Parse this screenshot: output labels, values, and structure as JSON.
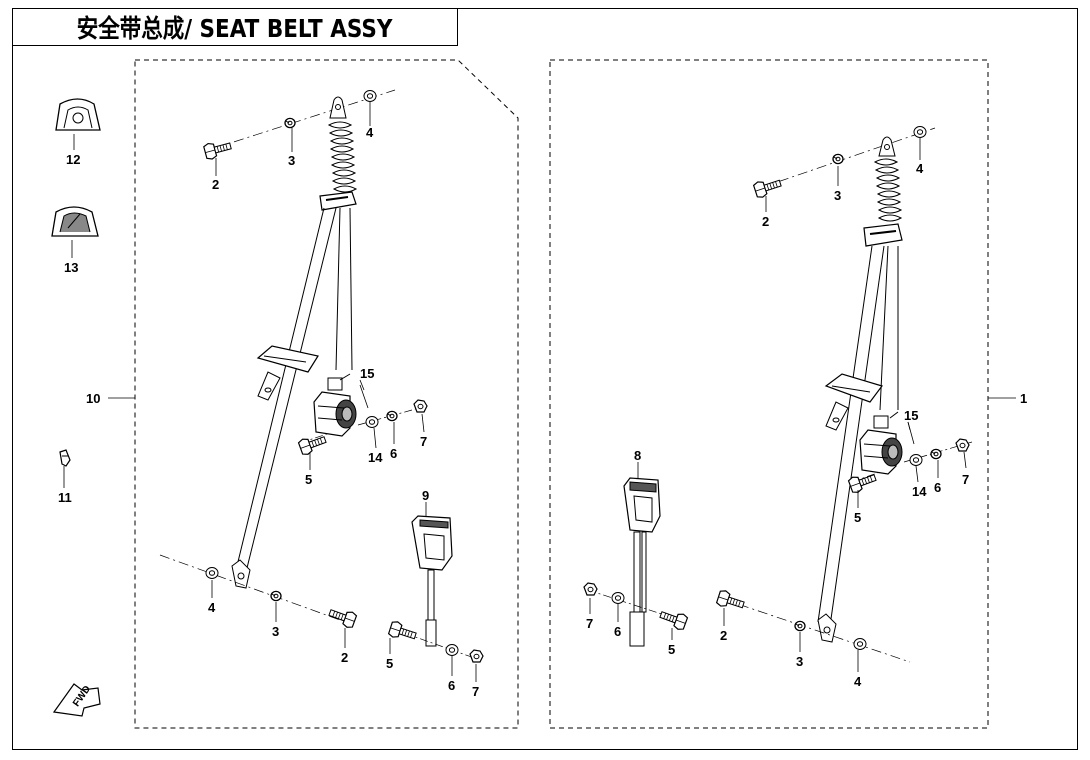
{
  "title": "安全带总成/ SEAT BELT ASSY",
  "callouts": {
    "c1": "1",
    "c2a": "2",
    "c2b": "2",
    "c2c": "2",
    "c2d": "2",
    "c3a": "3",
    "c3b": "3",
    "c3c": "3",
    "c3d": "3",
    "c4a": "4",
    "c4b": "4",
    "c4c": "4",
    "c4d": "4",
    "c5a": "5",
    "c5b": "5",
    "c5c": "5",
    "c5d": "5",
    "c6a": "6",
    "c6b": "6",
    "c6c": "6",
    "c6d": "6",
    "c7a": "7",
    "c7b": "7",
    "c7c": "7",
    "c7d": "7",
    "c8": "8",
    "c9": "9",
    "c10": "10",
    "c11": "11",
    "c12": "12",
    "c13": "13",
    "c14a": "14",
    "c14b": "14",
    "c15a": "15",
    "c15b": "15"
  },
  "fwd_label": "FWD",
  "colors": {
    "line": "#000000",
    "part_fill": "#ffffff",
    "shade": "#cfcfcf"
  }
}
